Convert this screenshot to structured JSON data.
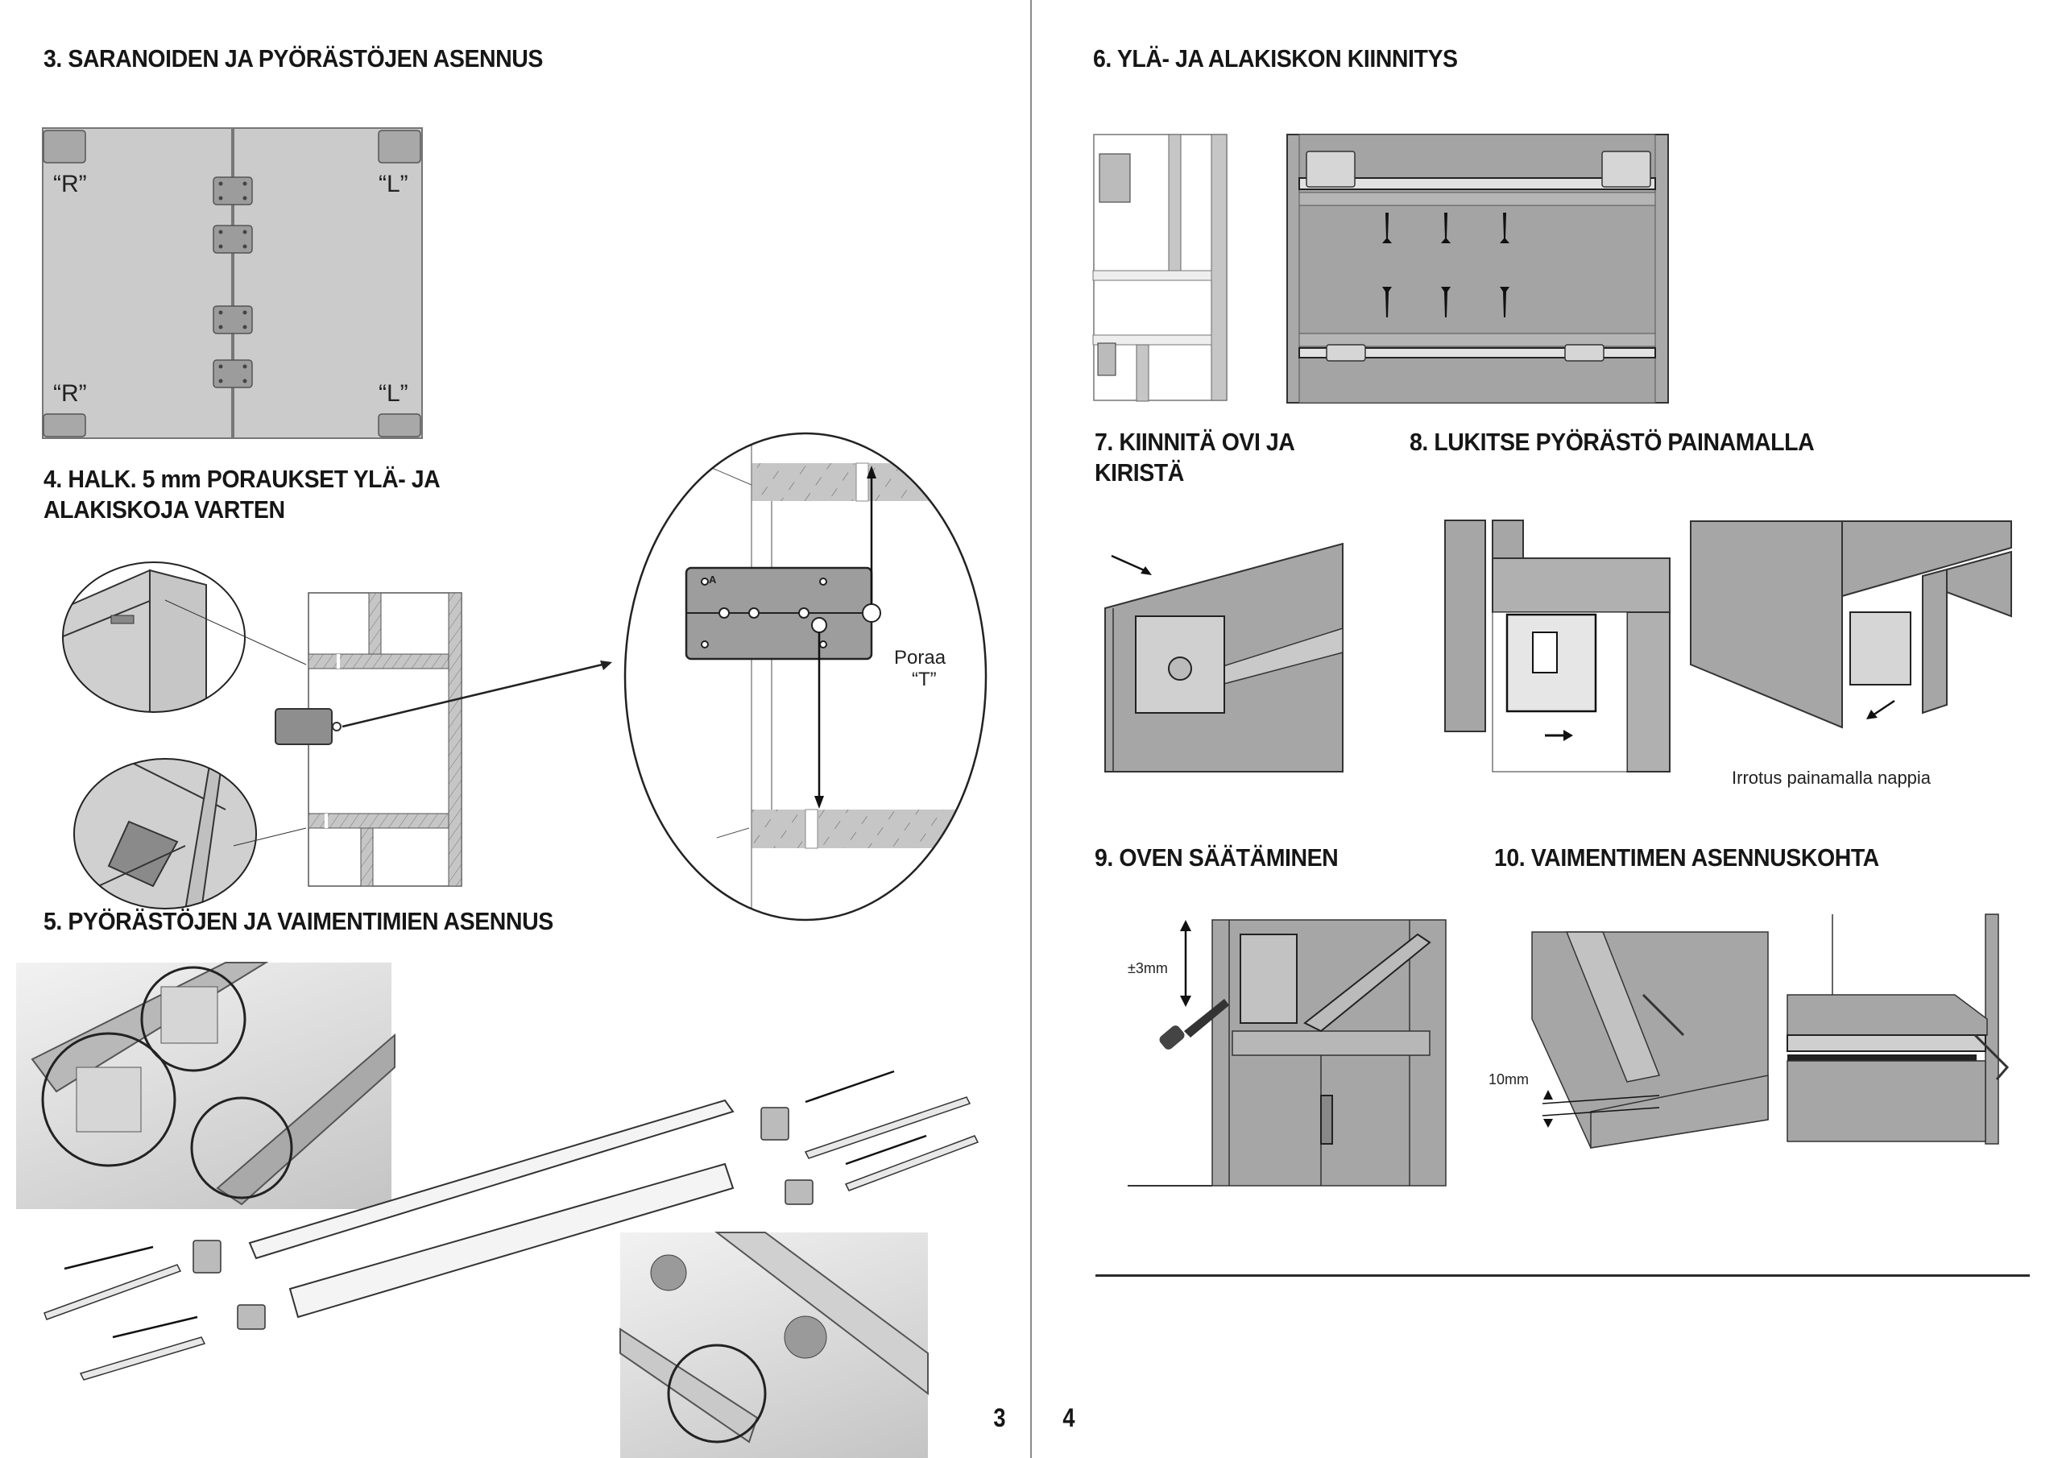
{
  "document": {
    "language": "fi",
    "pages": [
      {
        "number": "3"
      },
      {
        "number": "4"
      }
    ]
  },
  "sections": {
    "s3": {
      "title": "3. SARANOIDEN JA PYÖRÄSTÖJEN ASENNUS",
      "labels": {
        "top_left": "“R”",
        "top_right": "“L”",
        "bottom_left": "“R”",
        "bottom_right": "“L”"
      }
    },
    "s4": {
      "title_line1": "4. HALK. 5 mm PORAUKSET YLÄ- JA",
      "title_line2": "ALAKISKOJA VARTEN",
      "template_mark": "A",
      "drill_label_line1": "Poraa",
      "drill_label_line2": "“T”"
    },
    "s5": {
      "title": "5. PYÖRÄSTÖJEN JA VAIMENTIMIEN ASENNUS"
    },
    "s6": {
      "title": "6. YLÄ- JA ALAKISKON KIINNITYS"
    },
    "s7": {
      "title_line1": "7. KIINNITÄ OVI JA",
      "title_line2": "KIRISTÄ"
    },
    "s8": {
      "title": "8. LUKITSE PYÖRÄSTÖ PAINAMALLA",
      "caption": "Irrotus painamalla nappia"
    },
    "s9": {
      "title": "9. OVEN SÄÄTÄMINEN",
      "adjust_label": "±3mm"
    },
    "s10": {
      "title": "10. VAIMENTIMEN ASENNUSKOHTA",
      "distance_label": "10mm"
    }
  },
  "colors": {
    "panel_gray": "#c8c8c8",
    "dark_gray": "#8f8f8f",
    "hatch_gray": "#c4c4c4",
    "text": "#161616"
  }
}
